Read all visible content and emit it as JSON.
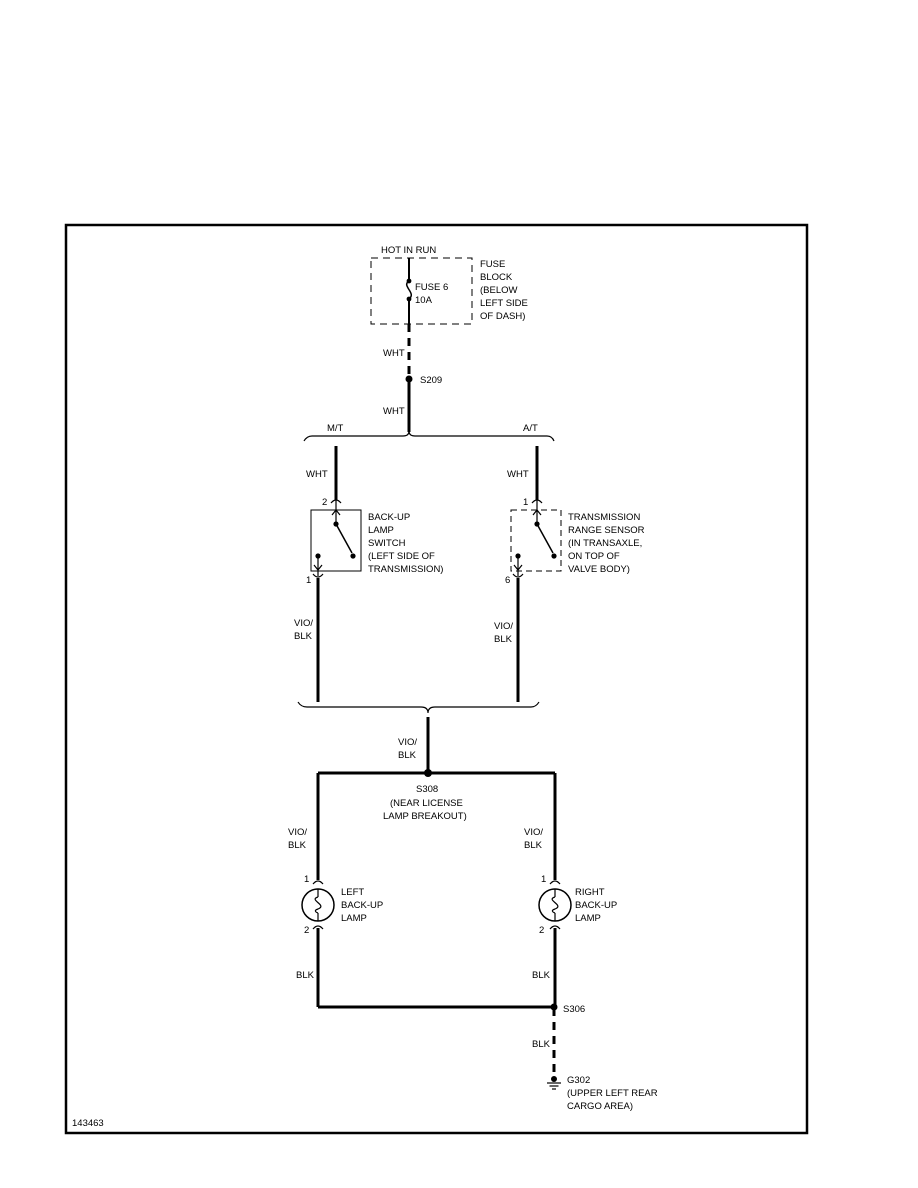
{
  "power": {
    "source": "HOT IN RUN",
    "fuse_block": [
      "FUSE",
      "BLOCK",
      "(BELOW",
      "LEFT SIDE",
      "OF DASH)"
    ],
    "fuse": "FUSE 6",
    "rating": "10A"
  },
  "wires": {
    "feed_top": "WHT",
    "feed_mid": "WHT",
    "mt_feed": "WHT",
    "at_feed": "WHT",
    "mt_out": [
      "VIO/",
      "BLK"
    ],
    "at_out": [
      "VIO/",
      "BLK"
    ],
    "merged": [
      "VIO/",
      "BLK"
    ],
    "left_lamp_in": [
      "VIO/",
      "BLK"
    ],
    "right_lamp_in": [
      "VIO/",
      "BLK"
    ],
    "left_ground": "BLK",
    "right_ground": "BLK",
    "ground_drop": "BLK"
  },
  "splices": {
    "s209": "S209",
    "s308": "S308",
    "s308_note": [
      "(NEAR LICENSE",
      "LAMP BREAKOUT)"
    ],
    "s306": "S306"
  },
  "branches": {
    "mt": "M/T",
    "at": "A/T"
  },
  "components": {
    "backup_switch": {
      "label": [
        "BACK-UP",
        "LAMP",
        "SWITCH",
        "(LEFT SIDE OF",
        "TRANSMISSION)"
      ],
      "pin_in": "2",
      "pin_out": "1"
    },
    "range_sensor": {
      "label": [
        "TRANSMISSION",
        "RANGE SENSOR",
        "(IN TRANSAXLE,",
        "ON TOP OF",
        "VALVE BODY)"
      ],
      "pin_in": "1",
      "pin_out": "6"
    },
    "left_lamp": {
      "label": [
        "LEFT",
        "BACK-UP",
        "LAMP"
      ],
      "pin_in": "1",
      "pin_out": "2"
    },
    "right_lamp": {
      "label": [
        "RIGHT",
        "BACK-UP",
        "LAMP"
      ],
      "pin_in": "1",
      "pin_out": "2"
    }
  },
  "ground": {
    "id": "G302",
    "location": [
      "(UPPER LEFT REAR",
      "CARGO AREA)"
    ]
  },
  "figure_number": "143463"
}
